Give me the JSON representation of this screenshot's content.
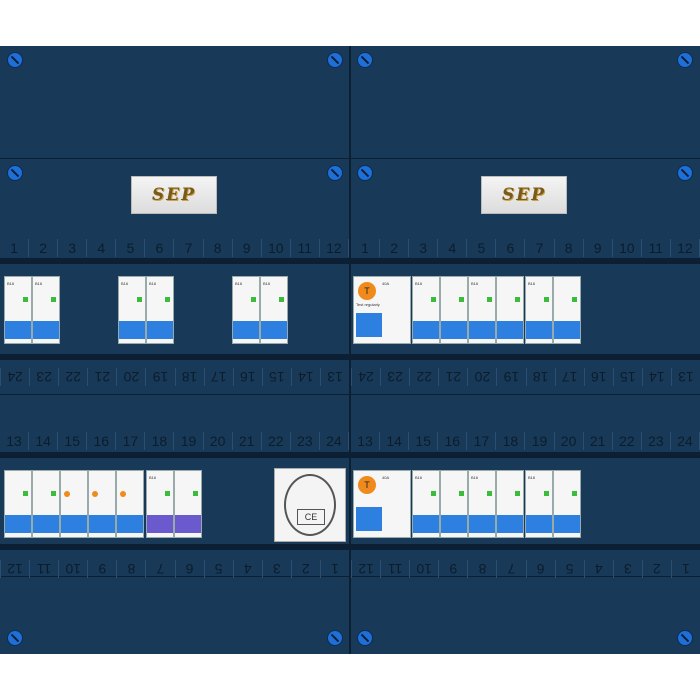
{
  "brand_label": "SEP",
  "top_numbers": [
    "1",
    "2",
    "3",
    "4",
    "5",
    "6",
    "7",
    "8",
    "9",
    "10",
    "11",
    "12"
  ],
  "mid_numbers_left_upper": [
    "24",
    "23",
    "22",
    "21",
    "20",
    "19",
    "18",
    "17",
    "16",
    "15",
    "14",
    "13"
  ],
  "mid_numbers_right_upper": [
    "24",
    "23",
    "22",
    "21",
    "20",
    "19",
    "18",
    "17",
    "16",
    "15",
    "14",
    "13"
  ],
  "row2_numbers": [
    "13",
    "14",
    "15",
    "16",
    "17",
    "18",
    "19",
    "20",
    "21",
    "22",
    "23",
    "24"
  ],
  "bottom_numbers": [
    "12",
    "11",
    "10",
    "9",
    "8",
    "7",
    "6",
    "5",
    "4",
    "3",
    "2",
    "1"
  ],
  "rcd_badge": "T",
  "rcd_test_label": "Test regularly",
  "breaker_label": "B16",
  "rcd_rating": "40A",
  "socket_mark": "CE",
  "colors": {
    "panel": "#183a58",
    "screw": "#1f6fd6",
    "breaker_toggle": "#2d7fe0",
    "indicator": "#3cbc3c",
    "rcd_badge": "#f08a1c"
  }
}
